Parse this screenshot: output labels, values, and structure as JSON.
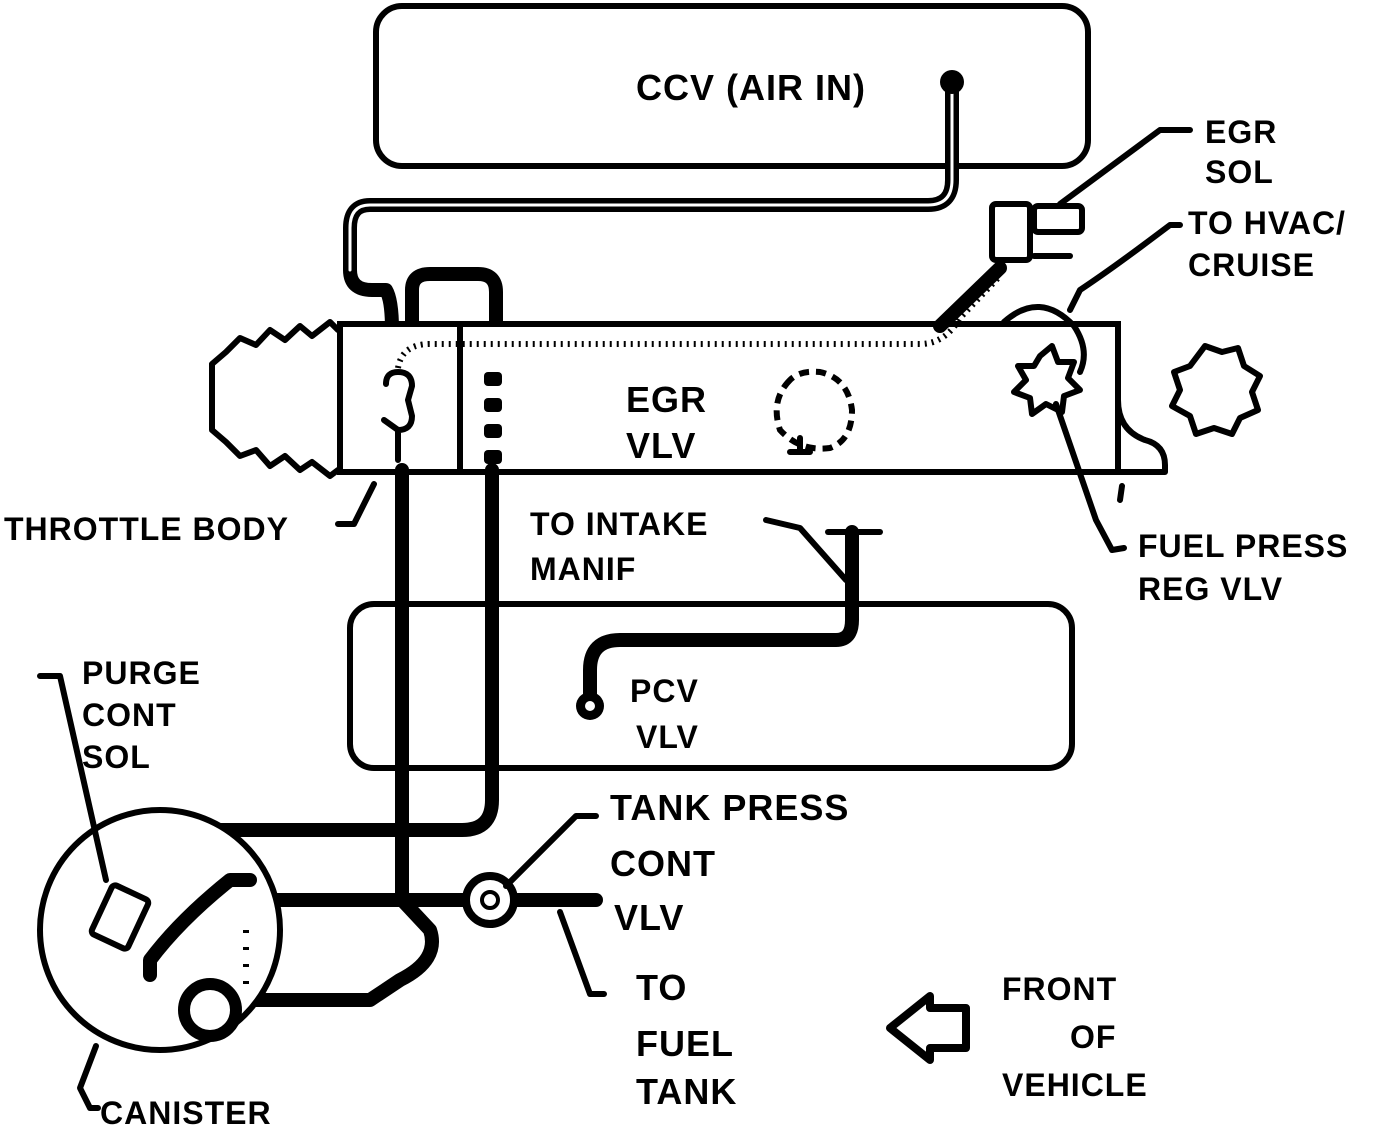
{
  "labels": {
    "ccv": "CCV (AIR IN)",
    "egr_sol_1": "EGR",
    "egr_sol_2": "SOL",
    "hvac_1": "TO HVAC/",
    "hvac_2": "CRUISE",
    "egr_vlv_1": "EGR",
    "egr_vlv_2": "VLV",
    "throttle_body": "THROTTLE BODY",
    "intake_1": "TO INTAKE",
    "intake_2": "MANIF",
    "fuel_press_1": "FUEL PRESS",
    "fuel_press_2": "REG VLV",
    "purge_1": "PURGE",
    "purge_2": "CONT",
    "purge_3": "SOL",
    "pcv_1": "PCV",
    "pcv_2": "VLV",
    "tank_press_1": "TANK PRESS",
    "tank_press_2": "CONT",
    "tank_press_3": "VLV",
    "fuel_tank_1": "TO",
    "fuel_tank_2": "FUEL",
    "fuel_tank_3": "TANK",
    "front_1": "FRONT",
    "front_2": "OF",
    "front_3": "VEHICLE",
    "canister": "CANISTER"
  }
}
